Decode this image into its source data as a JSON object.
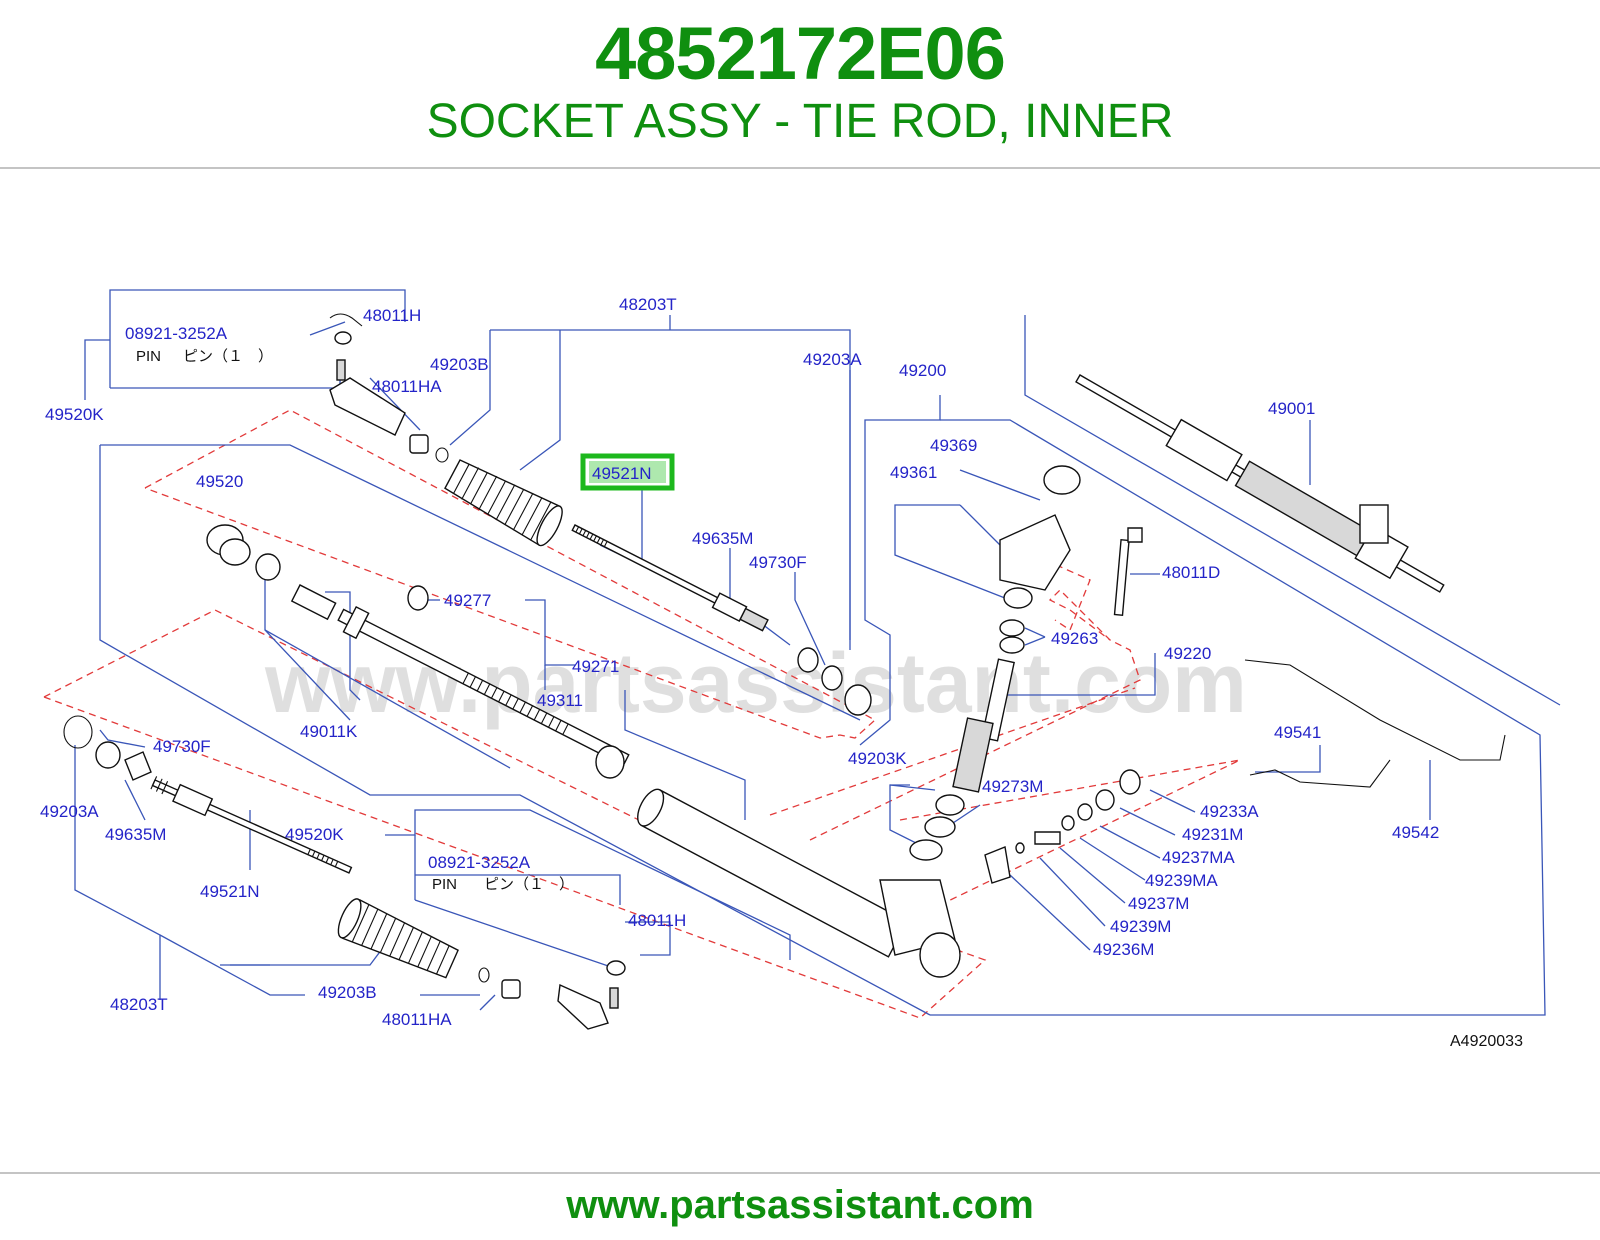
{
  "header": {
    "part_number": "4852172E06",
    "part_name": "SOCKET ASSY - TIE ROD, INNER"
  },
  "diagram": {
    "watermark": "www.partsassistant.com",
    "reference_code": "A4920033",
    "highlighted_part": "49521N",
    "pin_note": {
      "code": "08921-3252A",
      "desc": "PIN",
      "jp": "ピン（１　）"
    },
    "labels": [
      "48011H",
      "08921-3252A",
      "48203T",
      "49203B",
      "49203A",
      "48011HA",
      "49520K",
      "49521N",
      "49200",
      "49369",
      "49361",
      "49001",
      "49520",
      "49635M",
      "49730F",
      "48011D",
      "49277",
      "49263",
      "49220",
      "49271",
      "49311",
      "49011K",
      "49541",
      "49730F",
      "49203K",
      "49203A",
      "49635M",
      "49273M",
      "49233A",
      "49542",
      "49520K",
      "49231M",
      "49237MA",
      "08921-3252A",
      "49239MA",
      "49237M",
      "49521N",
      "48011H",
      "49239M",
      "49236M",
      "49203B",
      "48203T",
      "48011HA"
    ]
  },
  "colors": {
    "brand_green": "#0f8f0f",
    "label_blue": "#2424c8",
    "leader_blue": "#3a56b8",
    "dashed_red": "#e23a3a",
    "highlight_green": "#1db81d"
  },
  "footer": {
    "website": "www.partsassistant.com"
  }
}
